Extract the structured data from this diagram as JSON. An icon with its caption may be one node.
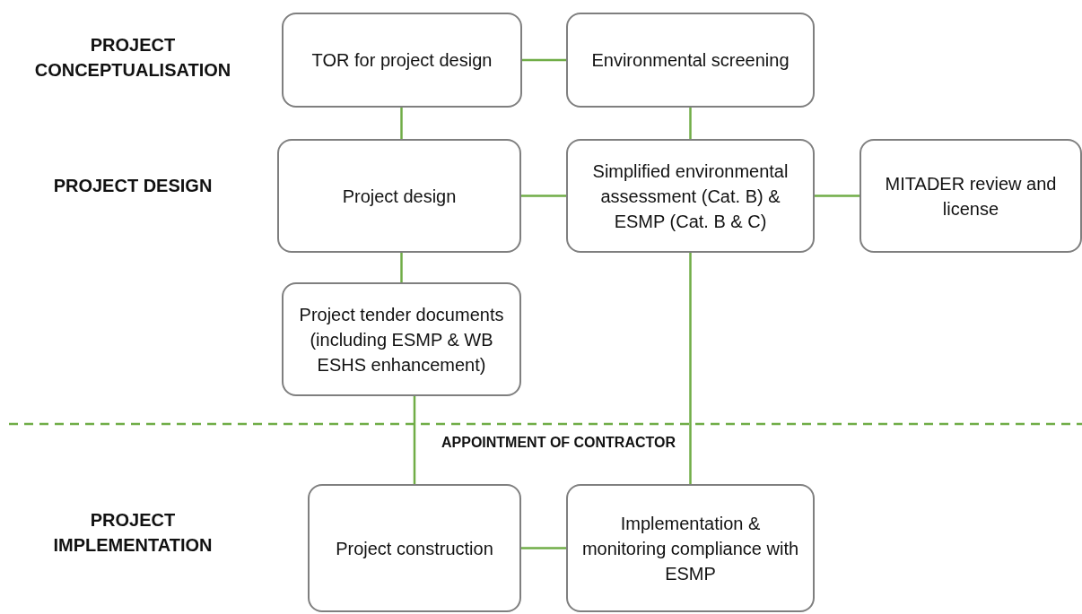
{
  "diagram": {
    "nodes": [
      {
        "text": [
          "TOR for project design"
        ]
      },
      {
        "text": [
          "Environmental screening"
        ]
      },
      {
        "text": [
          "Project design"
        ]
      },
      {
        "text": [
          "Simplified environmental assessment (Cat. B) & ESMP (Cat. B & C)"
        ]
      },
      {
        "text": [
          "MITADER review and license"
        ]
      },
      {
        "text": [
          "Project tender documents (including ESMP & WB ESHS enhancement)"
        ]
      },
      {
        "text": [
          "Project construction"
        ]
      },
      {
        "text": [
          "Implementation & monitoring compliance with ESMP"
        ]
      }
    ],
    "edges": [
      {
        "from": 0,
        "to": 1,
        "arrow": "none"
      },
      {
        "from": 0,
        "to": 2,
        "arrow": "none"
      },
      {
        "from": 1,
        "to": 3,
        "arrow": "none"
      },
      {
        "from": 2,
        "to": 3,
        "arrow": "none"
      },
      {
        "from": 3,
        "to": 4,
        "arrow": "none"
      },
      {
        "from": 2,
        "to": 5,
        "arrow": "none"
      },
      {
        "from": 5,
        "to": 6,
        "arrow": "none"
      },
      {
        "from": 3,
        "to": 7,
        "arrow": "none"
      },
      {
        "from": 6,
        "to": 7,
        "arrow": "none"
      }
    ],
    "labels": [
      "PROJECT CONCEPTUALISATION",
      "PROJECT DESIGN",
      "APPOINTMENT OF CONTRACTOR",
      "PROJECT IMPLEMENTATION"
    ]
  }
}
